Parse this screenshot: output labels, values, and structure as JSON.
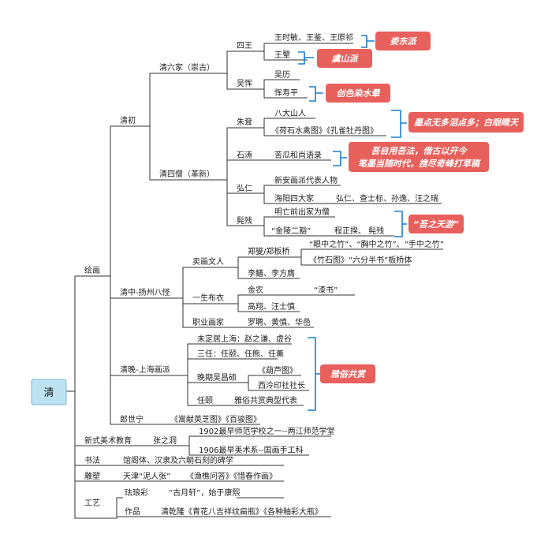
{
  "root": "清",
  "qing_chu": {
    "label": "清初",
    "liujia": {
      "label": "清六家（崇古）",
      "siwang": {
        "label": "四王",
        "row1": "王时敏、王鉴、王原祁",
        "row2": "王翚"
      },
      "wuyun": {
        "label": "吴恽",
        "row1": "吴历",
        "row2": "恽寿平"
      },
      "tags": {
        "loudong": "娄东派",
        "yushan": "虞山派",
        "chuangse": "创色染水晕"
      }
    },
    "siseng": {
      "label": "清四僧（革新）",
      "zhuda": {
        "label": "朱耷",
        "row1": "八大山人",
        "row2": "《荷石水禽图》《孔雀牡丹图》"
      },
      "shitao": {
        "label": "石涛",
        "row1": "苦瓜和尚语录"
      },
      "hongren": {
        "label": "弘仁",
        "row1": "新安画派代表人物",
        "row2": "海阳四大家",
        "row2_names": "弘仁、查士标、孙逸、汪之瑞"
      },
      "kuncan": {
        "label": "髡残",
        "row1": "明亡前出家为僧",
        "row2": "“金陵二豁”",
        "row2_names": "程正揆、  髡残"
      },
      "tags": {
        "bada": "墨点无多泪点多；白眼睛天",
        "shitao_1": "吾自用吾法，借古以开今",
        "shitao_2": "笔墨当随时代，搜尽奇峰打草稿",
        "kuncan": "“吾之天游”"
      }
    }
  },
  "yangzhou": {
    "label": "清中-扬州八怪",
    "maihua": {
      "label": "卖画文人",
      "zheng": "郑燮/郑板桥",
      "zheng_1": "“眼中之竹”、“胸中之竹”、“手中之竹”",
      "zheng_2": "《竹石图》“六分半书”板桥体",
      "li": "李鳝、李方膺"
    },
    "yisheng": {
      "label": "一生布衣",
      "jin": "金农",
      "qishu": "“漆书”",
      "gao": "高翔、汪士慎"
    },
    "zhiye": {
      "label": "职业画家",
      "names": "罗聘、黄慎、华嵒"
    }
  },
  "shanghai": {
    "label": "清晚-上海画派",
    "weiding": "未定居上海：赵之谦、虚谷",
    "sanren": "三任：任颐、任熊、任薰",
    "wuchangshuo": "晚期吴昌硕",
    "hulu": "《葫芦图》",
    "xiling": "西泠印社社长",
    "renyi": "任颐",
    "renyi_note": "雅俗共赏典型代表",
    "tag": "雅俗共赏"
  },
  "lang": {
    "label": "郎世宁",
    "works": "《嵩献英芝图》《百骏图》"
  },
  "huihua": "绘画",
  "meishu": {
    "label": "新式美术教育",
    "person": "张之洞",
    "row1": "1902最早师范学校之一--两江师范学堂",
    "row2": "1906最早美术系--国画手工科"
  },
  "shufa": {
    "label": "书法",
    "text": "馆阁体、汉隶及六朝石刻的碑学"
  },
  "diaosu": {
    "label": "雕塑",
    "name": "天津“泥人张”",
    "works": "《渔樵问答》《惜春作画》"
  },
  "gongyi": {
    "label": "工艺",
    "falang": "珐琅彩",
    "guyuexuan": "“古月轩”，始于康熙",
    "zuopin": "作品",
    "works": "清乾隆《青花八吉祥纹扁瓶》《各种釉彩大瓶》"
  },
  "colors": {
    "tag_fill": "#e8605c",
    "bracket": "#1e7fd0",
    "root_fill": "#bde3f2",
    "line": "#333333"
  }
}
